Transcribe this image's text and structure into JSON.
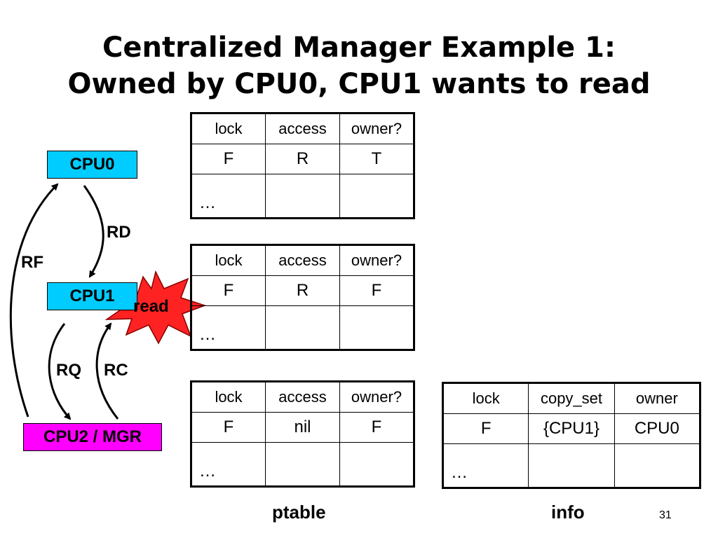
{
  "title": {
    "line1": "Centralized Manager Example 1:",
    "line2": "Owned by CPU0, CPU1 wants to read"
  },
  "nodes": {
    "cpu0": {
      "label": "CPU0",
      "color": "#00ccff"
    },
    "cpu1": {
      "label": "CPU1",
      "color": "#00ccff"
    },
    "mgr": {
      "label": "CPU2 / MGR",
      "color": "#ff00ff"
    }
  },
  "arrows": {
    "rd": "RD",
    "rf": "RF",
    "rq": "RQ",
    "rc": "RC"
  },
  "burst": {
    "label": "read",
    "color": "#ff2222"
  },
  "ptables": [
    {
      "headers": [
        "lock",
        "access",
        "owner?"
      ],
      "row": [
        "F",
        "R",
        "T"
      ],
      "more": "…"
    },
    {
      "headers": [
        "lock",
        "access",
        "owner?"
      ],
      "row": [
        "F",
        "R",
        "F"
      ],
      "more": "…"
    },
    {
      "headers": [
        "lock",
        "access",
        "owner?"
      ],
      "row": [
        "F",
        "nil",
        "F"
      ],
      "more": "…"
    }
  ],
  "info_table": {
    "headers": [
      "lock",
      "copy_set",
      "owner"
    ],
    "row": [
      "F",
      "{CPU1}",
      "CPU0"
    ],
    "more": "…"
  },
  "captions": {
    "ptable": "ptable",
    "info": "info"
  },
  "slide_number": "31"
}
